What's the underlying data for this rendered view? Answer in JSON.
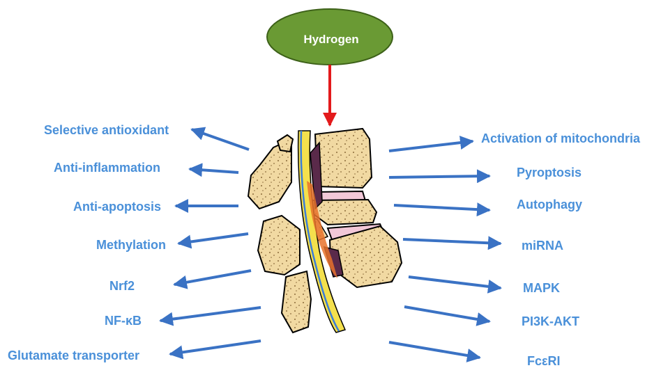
{
  "root": {
    "label": "Hydrogen",
    "fill": "#6a9a34",
    "stroke": "#3d6119"
  },
  "arrow_colors": {
    "down": "#e31a1c",
    "branch": "#3a72c4",
    "text": "#4a90d9"
  },
  "left_effects": [
    "Selective antioxidant",
    "Anti-inflammation",
    "Anti-apoptosis",
    "Methylation",
    "Nrf2",
    "NF-κB",
    "Glutamate transporter"
  ],
  "right_effects": [
    "Activation of mitochondria",
    "Pyroptosis",
    "Autophagy",
    "miRNA",
    "MAPK",
    "PI3K-AKT",
    "FcεRI"
  ],
  "center_image": {
    "icon": "spine-vertebrae-illustration"
  }
}
